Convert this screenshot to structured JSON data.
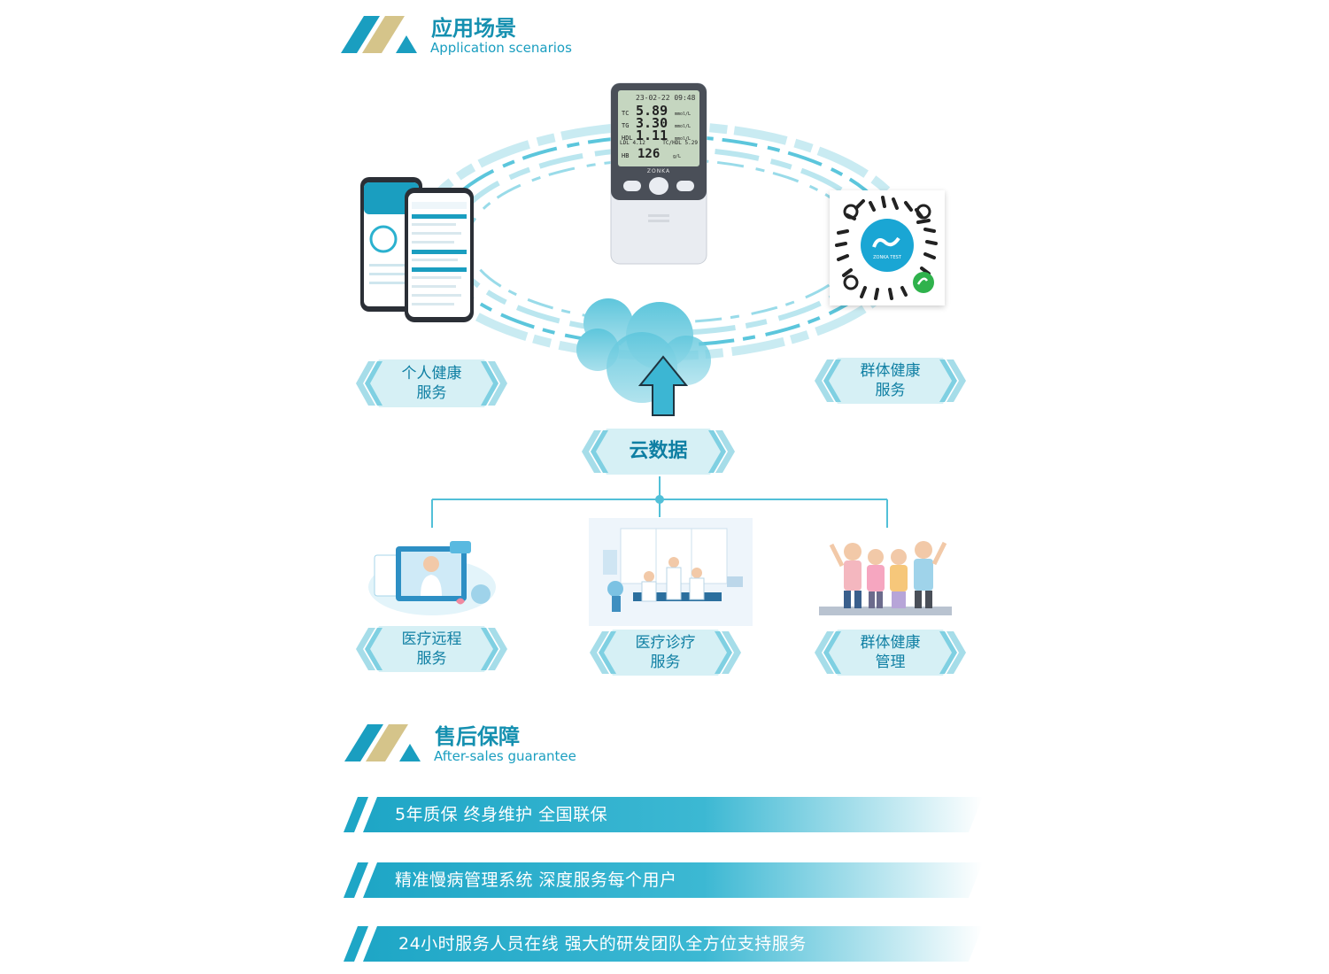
{
  "section1": {
    "title": "应用场景",
    "subtitle": "Application scenarios"
  },
  "device": {
    "datetime": "23-02-22 09:48",
    "rows": [
      {
        "label": "TC",
        "value": "5.89",
        "unit": "mmol/L"
      },
      {
        "label": "TG",
        "value": "3.30",
        "unit": "mmol/L"
      },
      {
        "label": "HDL",
        "value": "1.11",
        "unit": "mmol/L"
      }
    ],
    "ldl": "LDL 4.12",
    "tchdl": "TC/HDL 5.29",
    "hb_label": "HB",
    "hb_value": "126",
    "hb_unit": "g/L",
    "brand": "ZONKA"
  },
  "qr": {
    "text": "ZONKA TEST"
  },
  "nodes": {
    "personal": {
      "line1": "个人健康",
      "line2": "服务"
    },
    "group": {
      "line1": "群体健康",
      "line2": "服务"
    },
    "cloud": {
      "label": "云数据"
    },
    "remote": {
      "line1": "医疗远程",
      "line2": "服务"
    },
    "diagnosis": {
      "line1": "医疗诊疗",
      "line2": "服务"
    },
    "management": {
      "line1": "群体健康",
      "line2": "管理"
    }
  },
  "section2": {
    "title": "售后保障",
    "subtitle": "After-sales guarantee"
  },
  "banners": [
    "5年质保  终身维护  全国联保",
    "精准慢病管理系统  深度服务每个用户",
    "24小时服务人员在线   强大的研发团队全方位支持服务"
  ],
  "colors": {
    "primary": "#1a9ec0",
    "gold": "#d5c48a",
    "light": "#d6f0f5"
  }
}
